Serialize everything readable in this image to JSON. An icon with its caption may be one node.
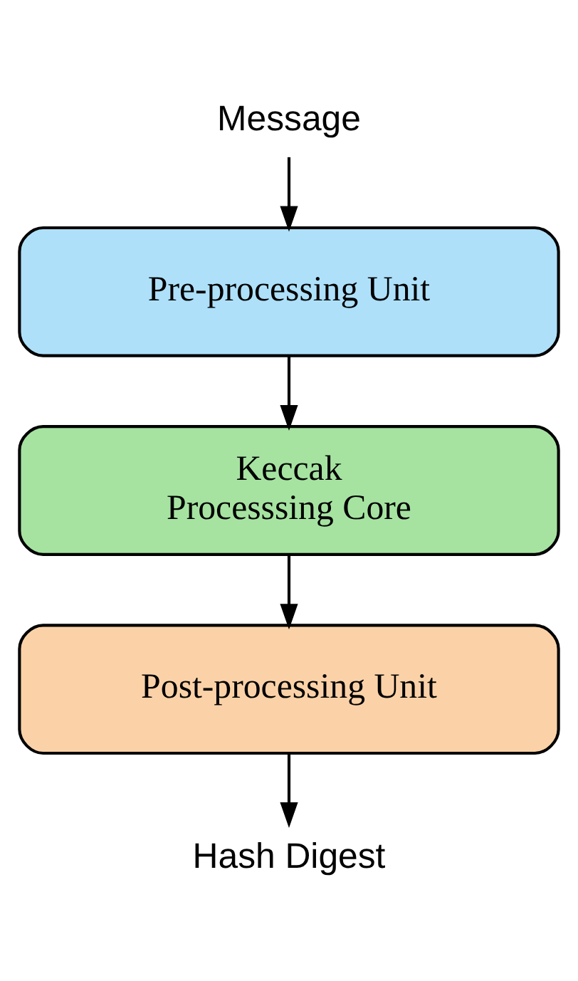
{
  "diagram": {
    "nodes": [
      {
        "text": [
          "Message"
        ]
      },
      {
        "text": [
          "Pre-processing Unit"
        ]
      },
      {
        "text": [
          "Keccak Processsing Core"
        ]
      },
      {
        "text": [
          "Post-processing Unit"
        ]
      },
      {
        "text": [
          "Hash Digest"
        ]
      }
    ],
    "edges": [
      {
        "from": 0,
        "to": 1,
        "arrow": "to"
      },
      {
        "from": 1,
        "to": 2,
        "arrow": "to"
      },
      {
        "from": 2,
        "to": 3,
        "arrow": "to"
      },
      {
        "from": 3,
        "to": 4,
        "arrow": "to"
      }
    ]
  }
}
